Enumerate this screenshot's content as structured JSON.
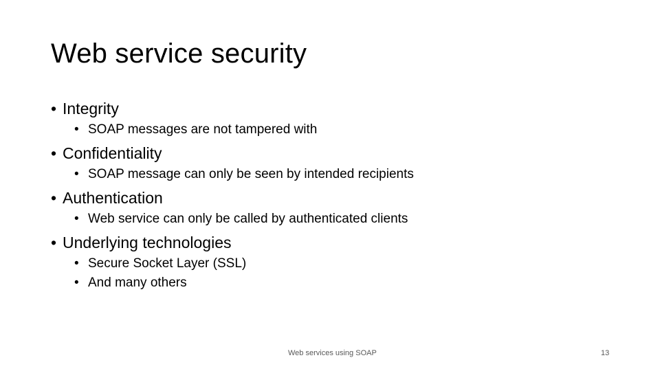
{
  "slide": {
    "title": "Web service security",
    "bullet_symbol": "•",
    "sections": [
      {
        "heading": "Integrity",
        "items": [
          "SOAP messages are not tampered with"
        ]
      },
      {
        "heading": "Confidentiality",
        "items": [
          "SOAP message can only be seen by intended recipients"
        ]
      },
      {
        "heading": "Authentication",
        "items": [
          "Web service can only be called by authenticated clients"
        ]
      },
      {
        "heading": "Underlying technologies",
        "items": [
          "Secure Socket Layer (SSL)",
          "And many others"
        ]
      }
    ],
    "footer": {
      "text": "Web services using SOAP",
      "page_number": "13"
    }
  }
}
